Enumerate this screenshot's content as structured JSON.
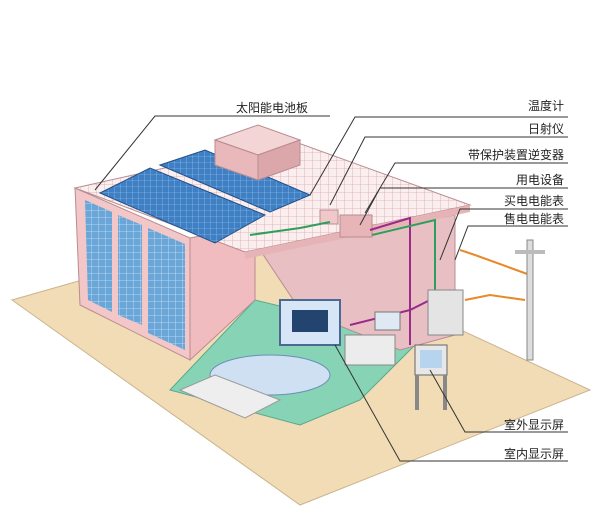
{
  "labels": {
    "solar_panel": "太阳能电池板",
    "thermometer": "温度计",
    "pyranometer": "日射仪",
    "inverter": "带保护装置逆变器",
    "appliances": "用电设备",
    "buy_meter": "买电电能表",
    "sell_meter": "售电电能表",
    "outdoor_display": "室外显示屏",
    "indoor_display": "室内显示屏"
  },
  "colors": {
    "ground": "#f1dcb5",
    "facade": "#f3c6c8",
    "glass": "#6aa7d8",
    "panel": "#3f7fc4",
    "floor": "#86d3b6",
    "wire_green": "#2ca05a",
    "wire_purple": "#9b2a8a",
    "wire_orange": "#e8892a"
  }
}
